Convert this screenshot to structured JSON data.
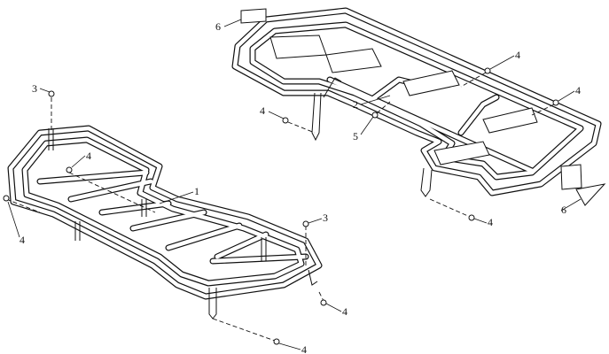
{
  "diagram": {
    "type": "exploded parts diagram",
    "callouts": [
      {
        "id": "c1",
        "text": "6"
      },
      {
        "id": "c2",
        "text": "4"
      },
      {
        "id": "c3",
        "text": "4"
      },
      {
        "id": "c4",
        "text": "2"
      },
      {
        "id": "c5",
        "text": "4"
      },
      {
        "id": "c6",
        "text": "5"
      },
      {
        "id": "c7",
        "text": "3"
      },
      {
        "id": "c8",
        "text": "4"
      },
      {
        "id": "c9",
        "text": "1"
      },
      {
        "id": "c10",
        "text": "3"
      },
      {
        "id": "c11",
        "text": "6"
      },
      {
        "id": "c12",
        "text": "4"
      },
      {
        "id": "c13",
        "text": "4"
      },
      {
        "id": "c14",
        "text": "4"
      },
      {
        "id": "c15",
        "text": "4"
      }
    ]
  }
}
